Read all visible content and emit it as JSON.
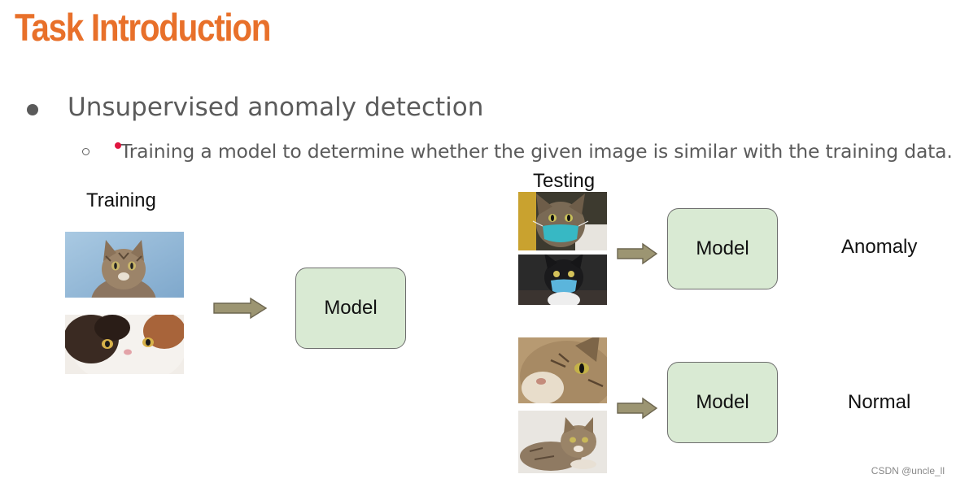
{
  "title": "Task Introduction",
  "colors": {
    "title": "#e8702a",
    "model_fill": "#d9ead3",
    "arrow_fill": "#9c9572",
    "laser_pointer": "#e0153f"
  },
  "bullets": [
    {
      "text": "Unsupervised anomaly detection"
    },
    {
      "text": "Training a model to determine whether the given image is similar with the training data."
    }
  ],
  "diagram": {
    "training_label": "Training",
    "testing_label": "Testing",
    "model_label": "Model",
    "results": [
      "Anomaly",
      "Normal"
    ],
    "images": {
      "training": [
        "cat-photo",
        "fluffy-cat-photo"
      ],
      "testing_anomaly": [
        "cat-with-mask-photo",
        "black-cat-with-mask-photo"
      ],
      "testing_normal": [
        "cat-closeup-photo",
        "tabby-cat-lying-photo"
      ]
    }
  },
  "watermark": "CSDN @uncle_ll"
}
